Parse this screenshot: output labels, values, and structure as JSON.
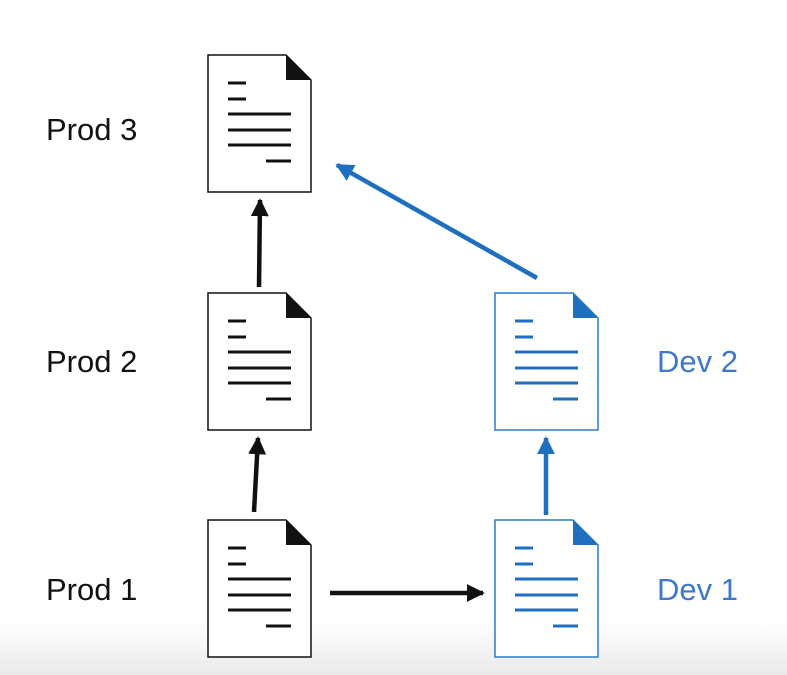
{
  "nodes": {
    "prod3": {
      "label": "Prod 3"
    },
    "prod2": {
      "label": "Prod 2"
    },
    "prod1": {
      "label": "Prod 1"
    },
    "dev2": {
      "label": "Dev 2"
    },
    "dev1": {
      "label": "Dev 1"
    }
  },
  "colors": {
    "prod": "#111111",
    "dev": "#1f6fc1",
    "dev_label": "#3f78c8",
    "background": "#ffffff"
  },
  "icons": {
    "document": "document-icon"
  }
}
